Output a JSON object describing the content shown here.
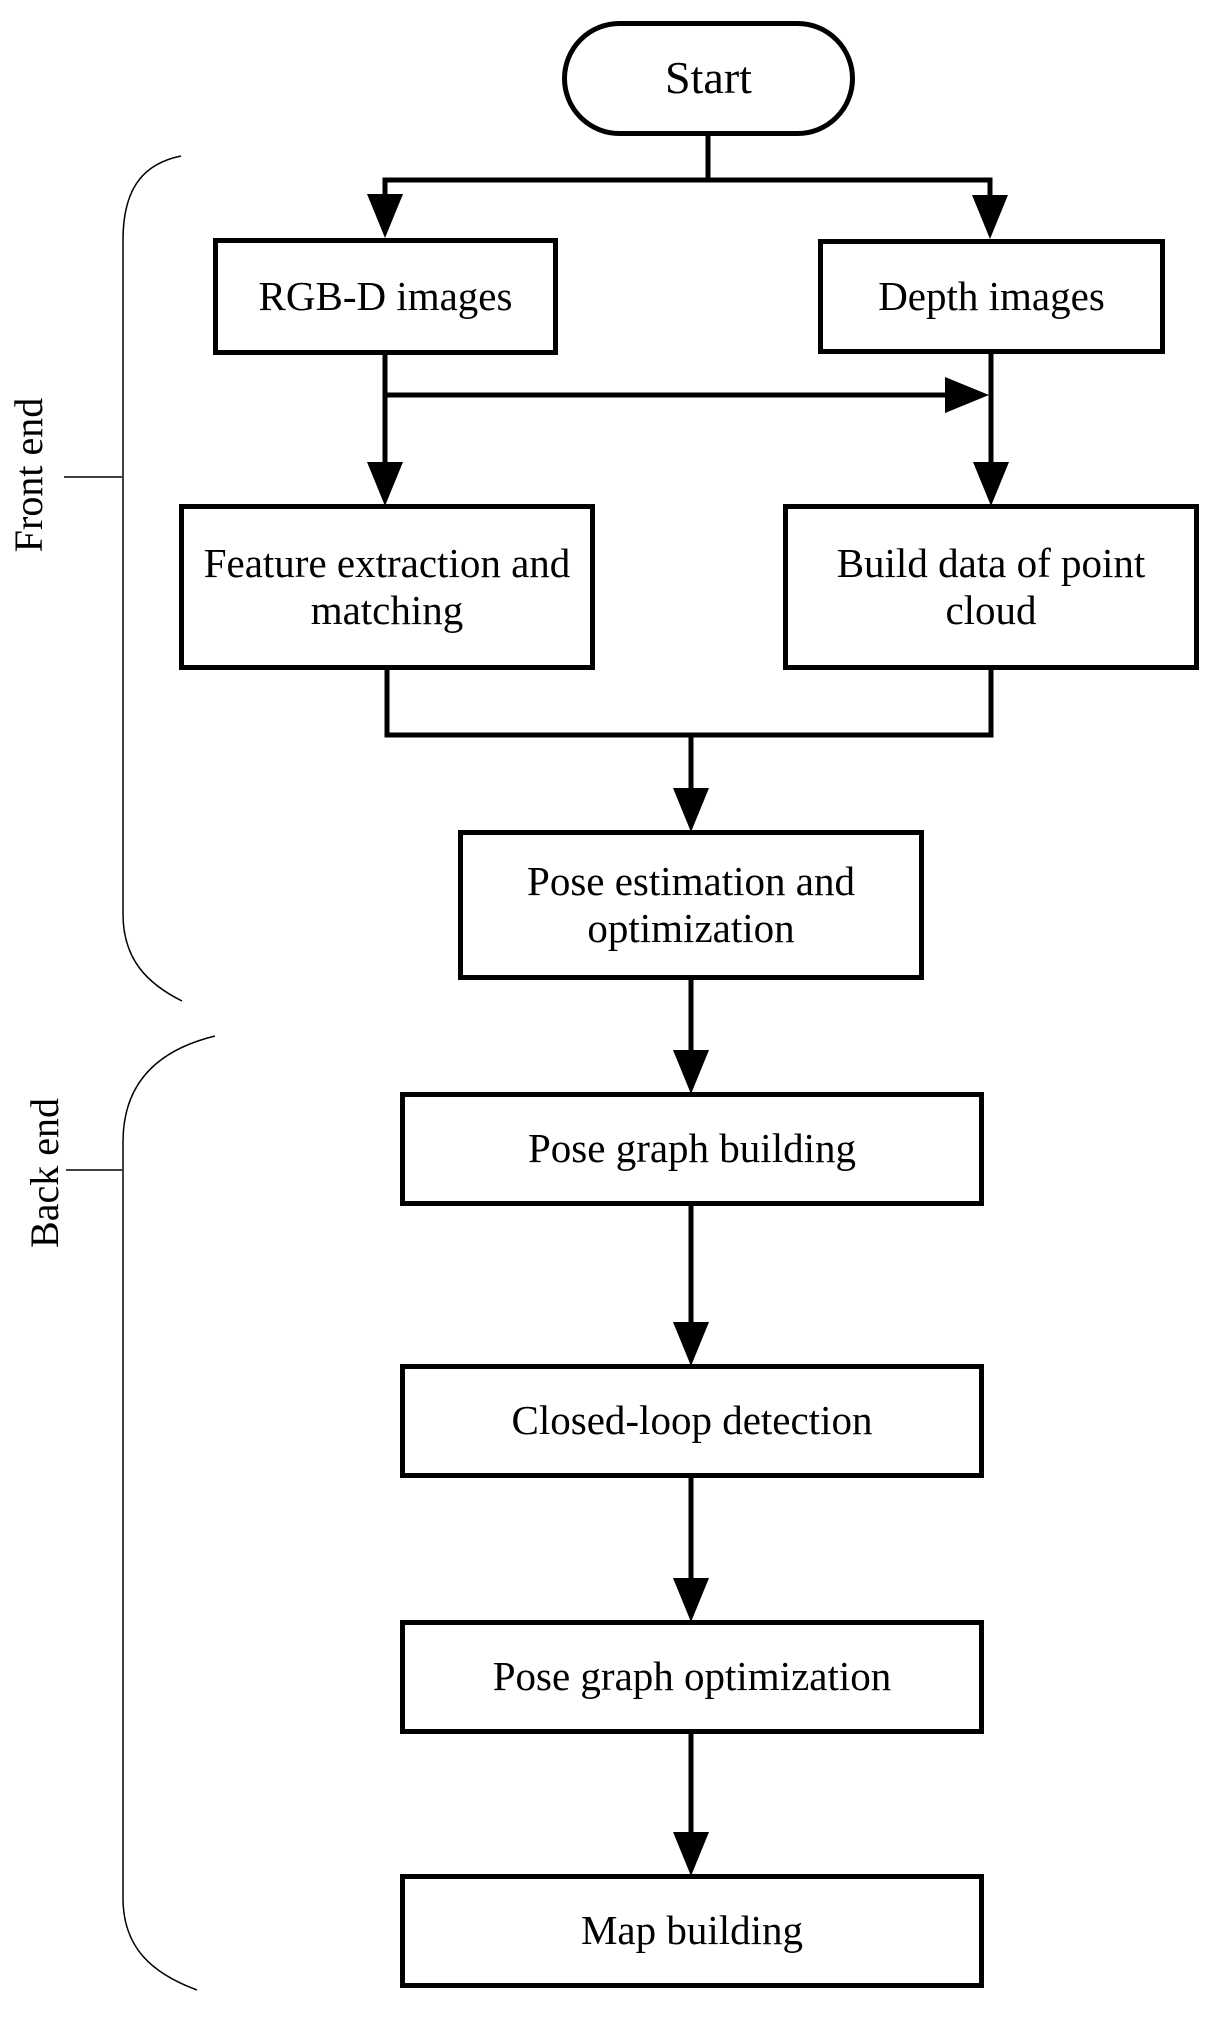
{
  "flowchart": {
    "start_label": "Start",
    "nodes": [
      {
        "id": "rgbd-images",
        "label": "RGB-D images"
      },
      {
        "id": "depth-images",
        "label": "Depth images"
      },
      {
        "id": "feature-extraction",
        "label": "Feature extraction and matching"
      },
      {
        "id": "build-point-cloud",
        "label": "Build data of point cloud"
      },
      {
        "id": "pose-estimation",
        "label": "Pose estimation and optimization"
      },
      {
        "id": "pose-graph-building",
        "label": "Pose graph building"
      },
      {
        "id": "closed-loop-detection",
        "label": "Closed-loop detection"
      },
      {
        "id": "pose-graph-optimization",
        "label": "Pose graph optimization"
      },
      {
        "id": "map-building",
        "label": "Map building"
      }
    ],
    "sections": [
      {
        "id": "front-end",
        "label": "Front end"
      },
      {
        "id": "back-end",
        "label": "Back end"
      }
    ],
    "colors": {
      "stroke": "#000000",
      "background": "#ffffff"
    }
  }
}
